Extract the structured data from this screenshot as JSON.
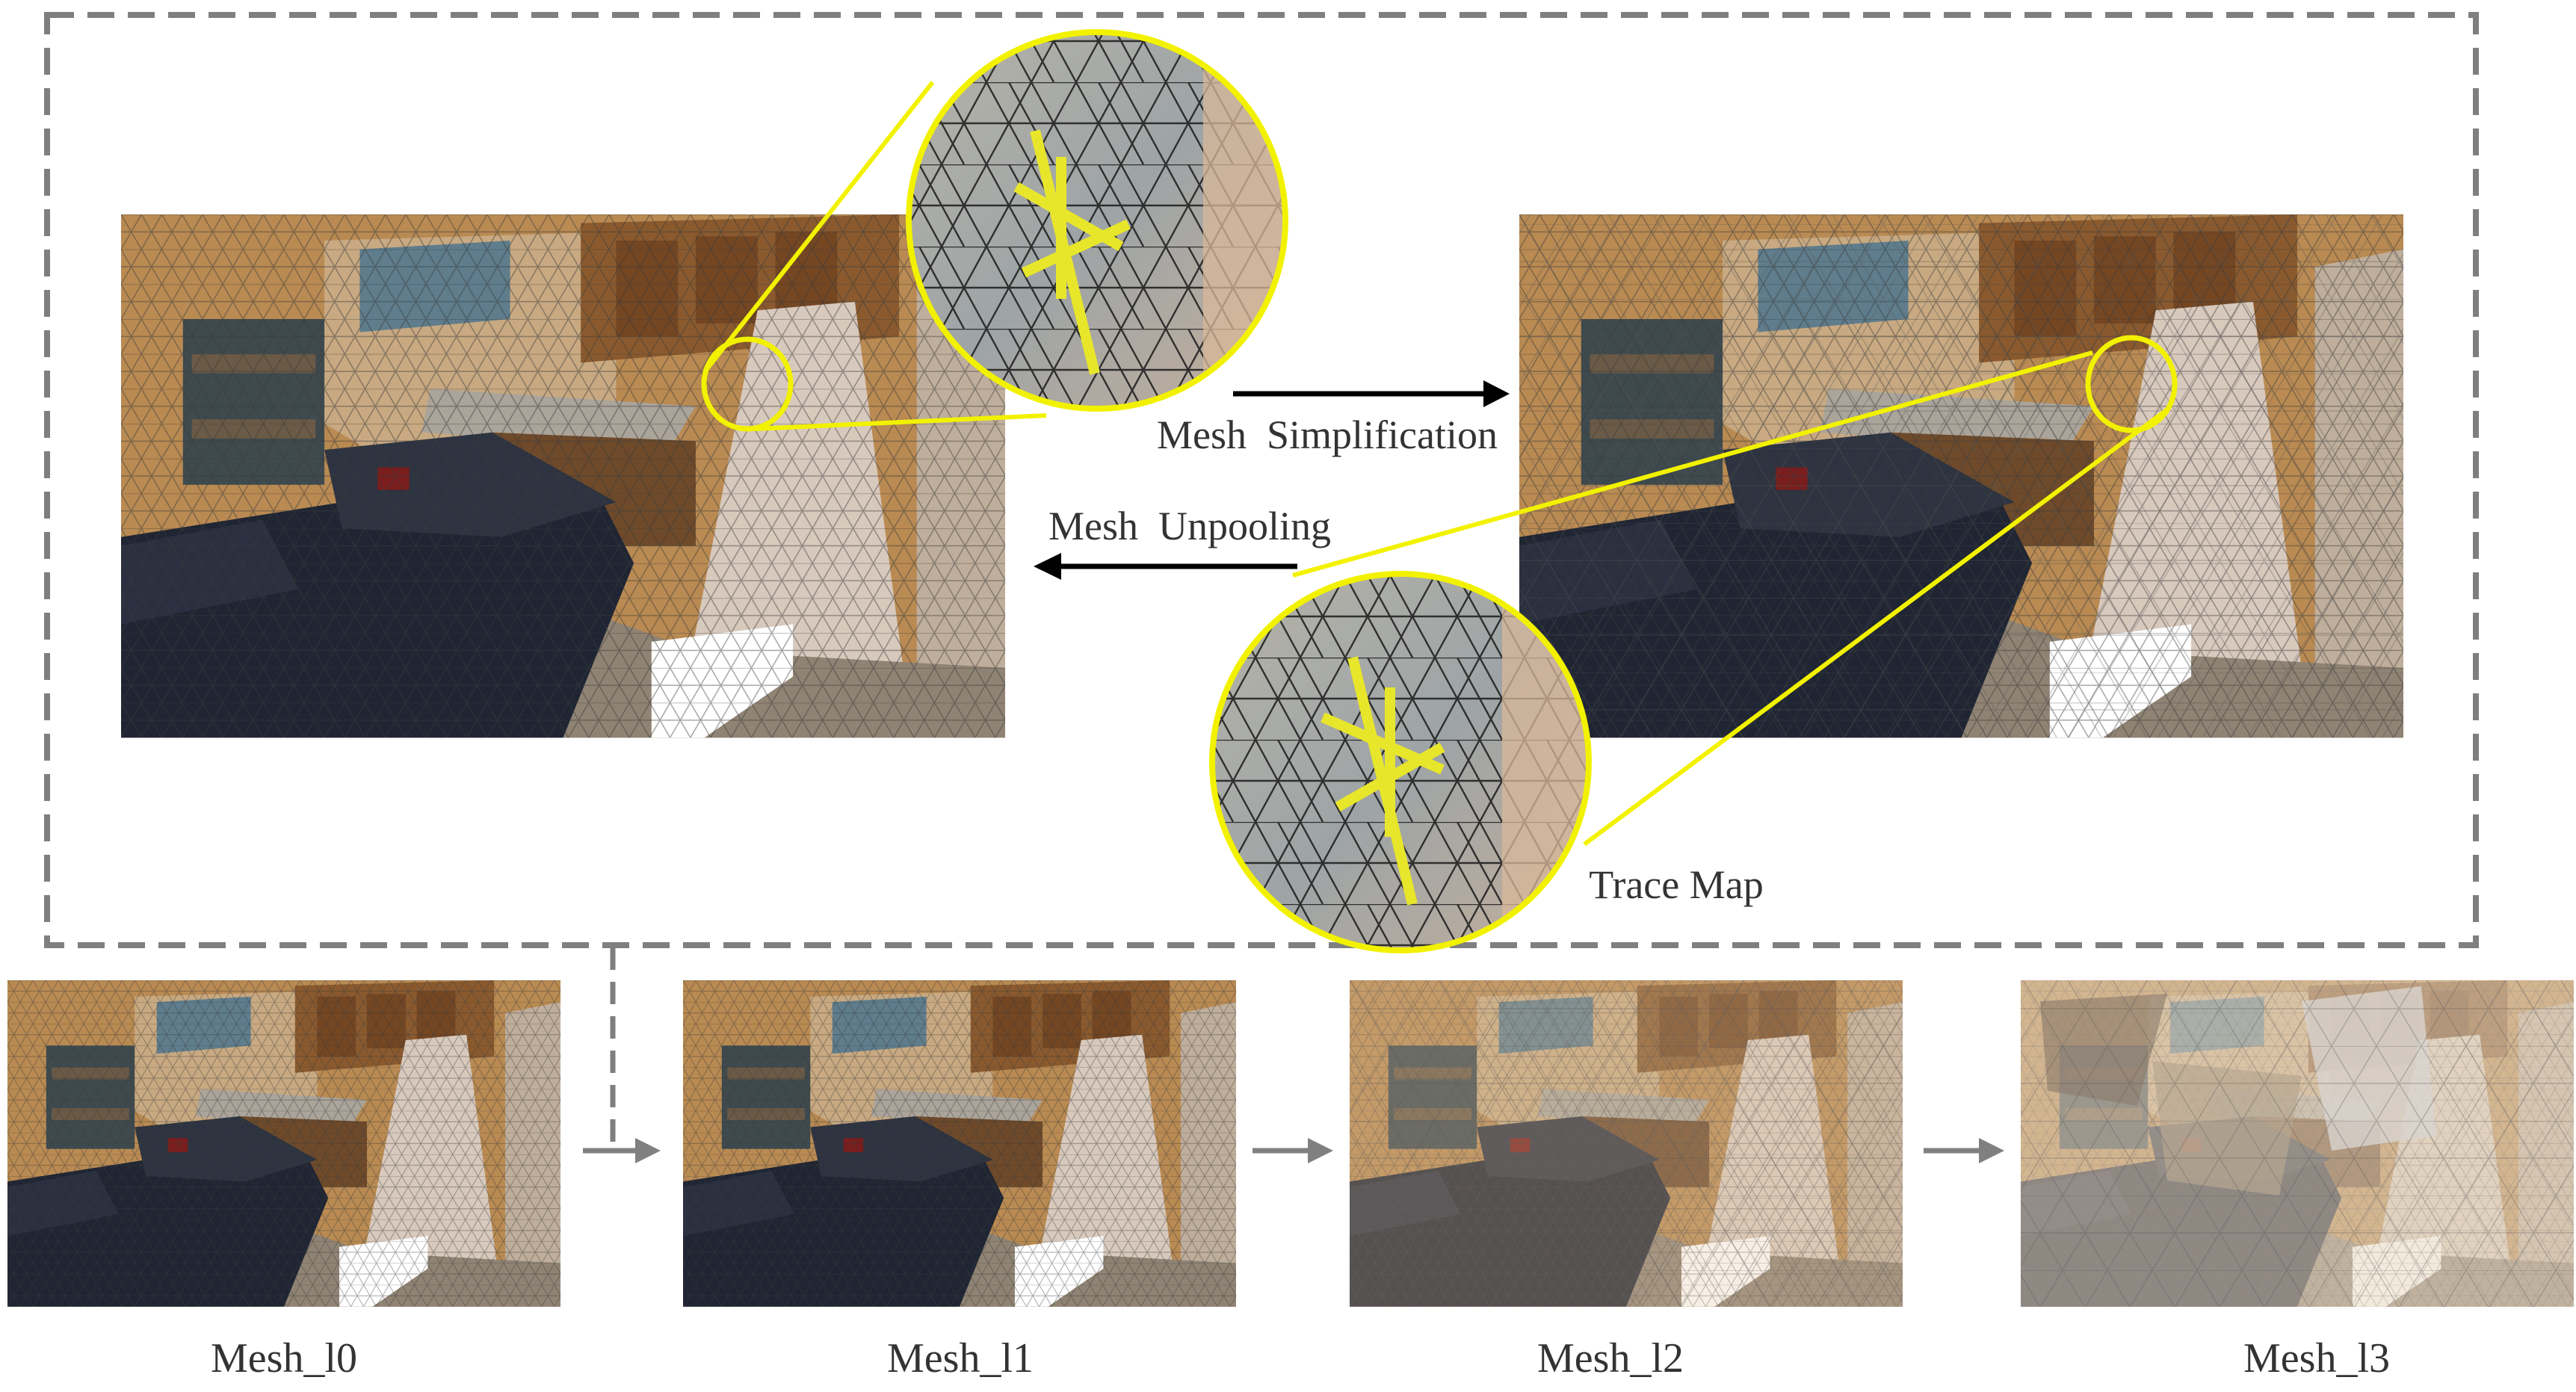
{
  "labels": {
    "simplification": "Mesh  Simplification",
    "unpooling": "Mesh  Unpooling",
    "trace_map": "Trace Map"
  },
  "levels": [
    {
      "label": "Mesh_l0"
    },
    {
      "label": "Mesh_l1"
    },
    {
      "label": "Mesh_l2"
    },
    {
      "label": "Mesh_l3"
    }
  ],
  "colors": {
    "dashed_frame": "#7f7f7f",
    "zoom_highlight": "#f2f200",
    "arrow_main": "#000000",
    "arrow_flow": "#808080",
    "sofa": "#1f2533",
    "wall": "#b98a52",
    "floor": "#8f8374",
    "cabinet": "#8a5a2e",
    "pillar": "#d8c9bd"
  },
  "icons": {
    "arrow": "right-arrow-icon",
    "arrow_back": "left-arrow-icon"
  }
}
